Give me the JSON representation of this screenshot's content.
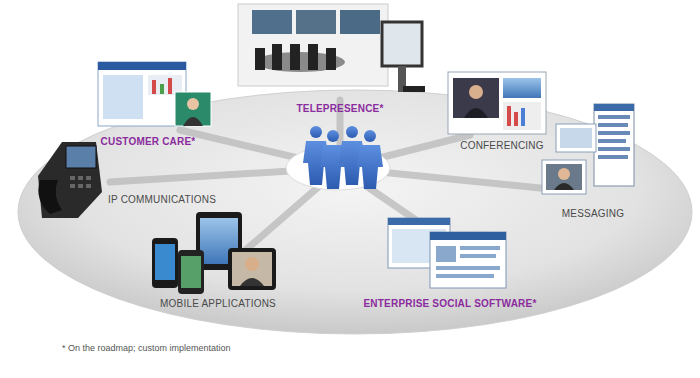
{
  "diagram": {
    "labels": [
      "TELEPRESENCE*",
      "CUSTOMER CARE*",
      "CONFERENCING",
      "IP COMMUNICATIONS",
      "MESSAGING",
      "MOBILE APPLICATIONS",
      "ENTERPRISE SOCIAL SOFTWARE*",
      "* On the roadmap; custom implementation"
    ]
  }
}
